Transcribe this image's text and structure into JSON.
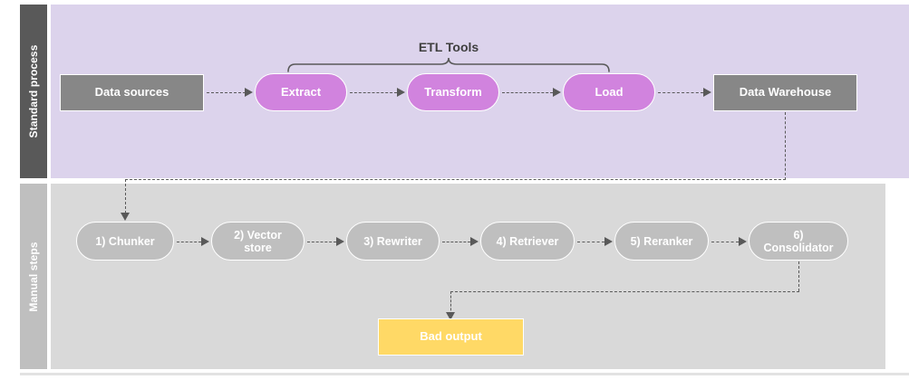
{
  "diagram": {
    "title": "ETL and manual RAG steps process diagram",
    "colors": {
      "lane_top_bg": "#dcd3ec",
      "lane_top_label_bg": "#595959",
      "lane_bottom_bg": "#d9d9d9",
      "lane_bottom_label_bg": "#bfbfbf",
      "node_gray": "#878787",
      "node_pink": "#d183de",
      "node_pill_gray": "#bfbfbf",
      "node_yellow": "#ffd966",
      "connector": "#595959",
      "text_on_node": "#ffffff",
      "caption_text": "#3f3f3f"
    }
  },
  "lanes": [
    {
      "id": "standard-process",
      "label": "Standard process"
    },
    {
      "id": "manual-steps",
      "label": "Manual steps"
    }
  ],
  "top_lane": {
    "brace_caption": "ETL Tools",
    "nodes": [
      {
        "id": "data-sources",
        "label": "Data sources",
        "shape": "rect",
        "color": "#878787"
      },
      {
        "id": "extract",
        "label": "Extract",
        "shape": "pill",
        "color": "#d183de"
      },
      {
        "id": "transform",
        "label": "Transform",
        "shape": "pill",
        "color": "#d183de"
      },
      {
        "id": "load",
        "label": "Load",
        "shape": "pill",
        "color": "#d183de"
      },
      {
        "id": "data-warehouse",
        "label": "Data Warehouse",
        "shape": "rect",
        "color": "#878787"
      }
    ]
  },
  "bottom_lane": {
    "nodes": [
      {
        "id": "step-1-chunker",
        "label": "1) Chunker",
        "shape": "pill",
        "color": "#bfbfbf"
      },
      {
        "id": "step-2-vector-store",
        "label": "2) Vector store",
        "shape": "pill",
        "color": "#bfbfbf"
      },
      {
        "id": "step-3-rewriter",
        "label": "3) Rewriter",
        "shape": "pill",
        "color": "#bfbfbf"
      },
      {
        "id": "step-4-retriever",
        "label": "4) Retriever",
        "shape": "pill",
        "color": "#bfbfbf"
      },
      {
        "id": "step-5-reranker",
        "label": "5) Reranker",
        "shape": "pill",
        "color": "#bfbfbf"
      },
      {
        "id": "step-6-consolidator",
        "label": "6) Consolidator",
        "shape": "pill",
        "color": "#bfbfbf"
      }
    ],
    "output": {
      "id": "bad-output",
      "label": "Bad output",
      "shape": "rect",
      "color": "#ffd966"
    }
  },
  "connectors": [
    {
      "from": "data-sources",
      "to": "extract",
      "style": "dashed-arrow"
    },
    {
      "from": "extract",
      "to": "transform",
      "style": "dashed-arrow"
    },
    {
      "from": "transform",
      "to": "load",
      "style": "dashed-arrow"
    },
    {
      "from": "load",
      "to": "data-warehouse",
      "style": "dashed-arrow"
    },
    {
      "from": "data-warehouse",
      "to": "step-1-chunker",
      "style": "dashed-elbow-arrow"
    },
    {
      "from": "step-1-chunker",
      "to": "step-2-vector-store",
      "style": "dashed-arrow"
    },
    {
      "from": "step-2-vector-store",
      "to": "step-3-rewriter",
      "style": "dashed-arrow"
    },
    {
      "from": "step-3-rewriter",
      "to": "step-4-retriever",
      "style": "dashed-arrow"
    },
    {
      "from": "step-4-retriever",
      "to": "step-5-reranker",
      "style": "dashed-arrow"
    },
    {
      "from": "step-5-reranker",
      "to": "step-6-consolidator",
      "style": "dashed-arrow"
    },
    {
      "from": "step-6-consolidator",
      "to": "bad-output",
      "style": "dashed-elbow-arrow"
    }
  ]
}
